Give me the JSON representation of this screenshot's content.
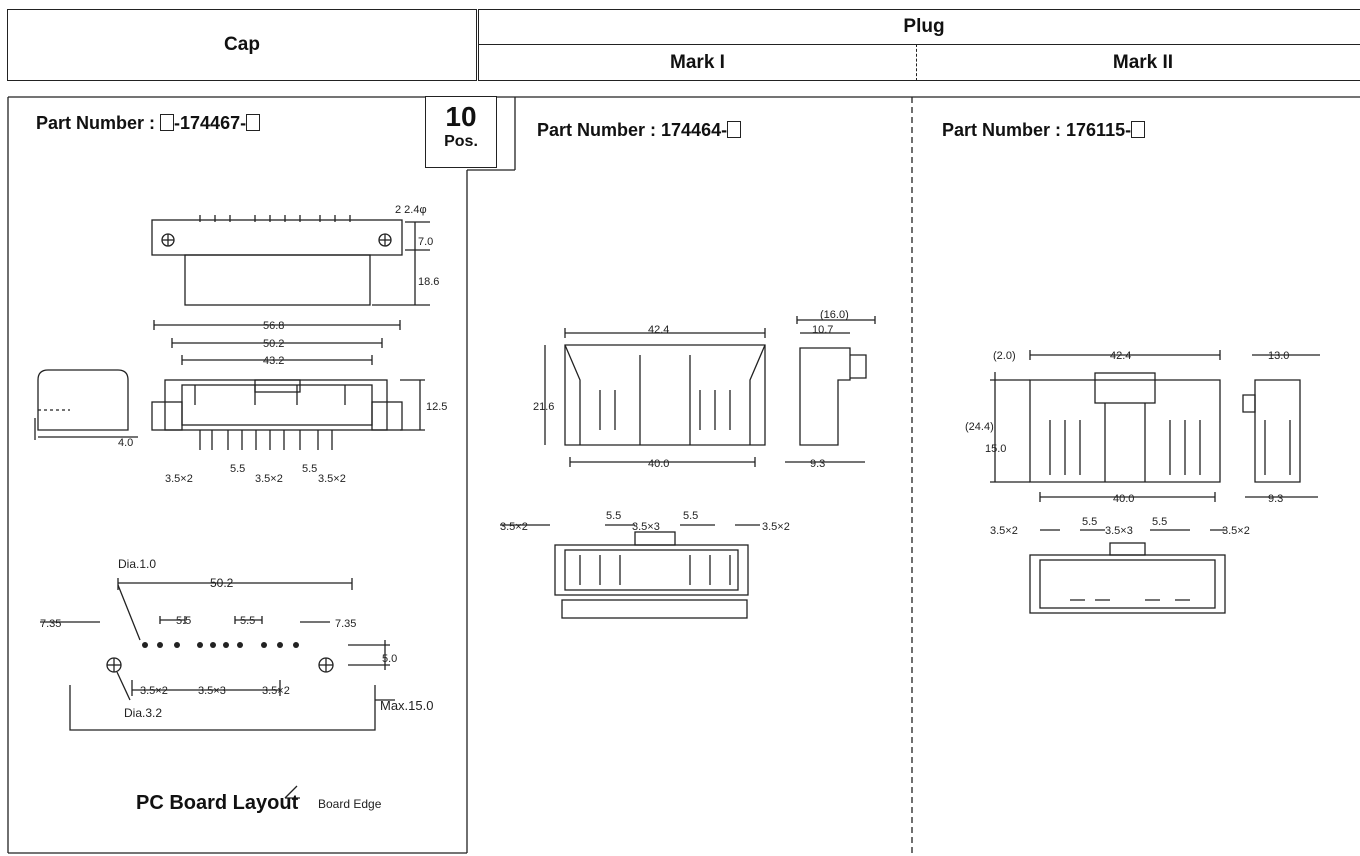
{
  "header": {
    "cap": "Cap",
    "plug": "Plug",
    "mark1": "Mark I",
    "mark2": "Mark II"
  },
  "badge": {
    "number": "10",
    "label": "Pos."
  },
  "cap_section": {
    "part_prefix": "Part Number : ",
    "part_mid": "-174467-",
    "pcb_title": "PC Board Layout",
    "dims": {
      "d_2_2_4": "2 2.4φ",
      "d_7_0": "7.0",
      "d_18_6": "18.6",
      "d_56_8": "56.8",
      "d_50_2": "50.2",
      "d_43_2": "43.2",
      "d_12_5": "12.5",
      "d_4_0": "4.0",
      "d_5_5a": "5.5",
      "d_5_5b": "5.5",
      "d_3_5x2a": "3.5×2",
      "d_3_5x2b": "3.5×2",
      "d_3_5x2c": "3.5×2",
      "pcb_dia1": "Dia.1.0",
      "pcb_50_2": "50.2",
      "pcb_7_35a": "7.35",
      "pcb_7_35b": "7.35",
      "pcb_5_5a": "5.5",
      "pcb_5_5b": "5.5",
      "pcb_5_0": "5.0",
      "pcb_3_5x2a": "3.5×2",
      "pcb_3_5x3": "3.5×3",
      "pcb_3_5x2b": "3.5×2",
      "pcb_max15": "Max.15.0",
      "pcb_dia3": "Dia.3.2",
      "pcb_edge": "Board Edge"
    }
  },
  "mark1_section": {
    "part_prefix": "Part Number : 174464-",
    "dims": {
      "d_16_0": "(16.0)",
      "d_10_7": "10.7",
      "d_42_4": "42.4",
      "d_21_6": "21.6",
      "d_40_0": "40.0",
      "d_9_3": "9.3",
      "d_3_5x2a": "3.5×2",
      "d_5_5a": "5.5",
      "d_3_5x3": "3.5×3",
      "d_5_5b": "5.5",
      "d_3_5x2b": "3.5×2"
    }
  },
  "mark2_section": {
    "part_prefix": "Part Number : 176115-",
    "dims": {
      "d_2_0": "(2.0)",
      "d_42_4": "42.4",
      "d_13_0": "13.0",
      "d_24_4": "(24.4)",
      "d_15_0": "15.0",
      "d_40_0": "40.0",
      "d_9_3": "9.3",
      "d_3_5x2a": "3.5×2",
      "d_5_5a": "5.5",
      "d_3_5x3": "3.5×3",
      "d_5_5b": "5.5",
      "d_3_5x2b": "3.5×2"
    }
  }
}
